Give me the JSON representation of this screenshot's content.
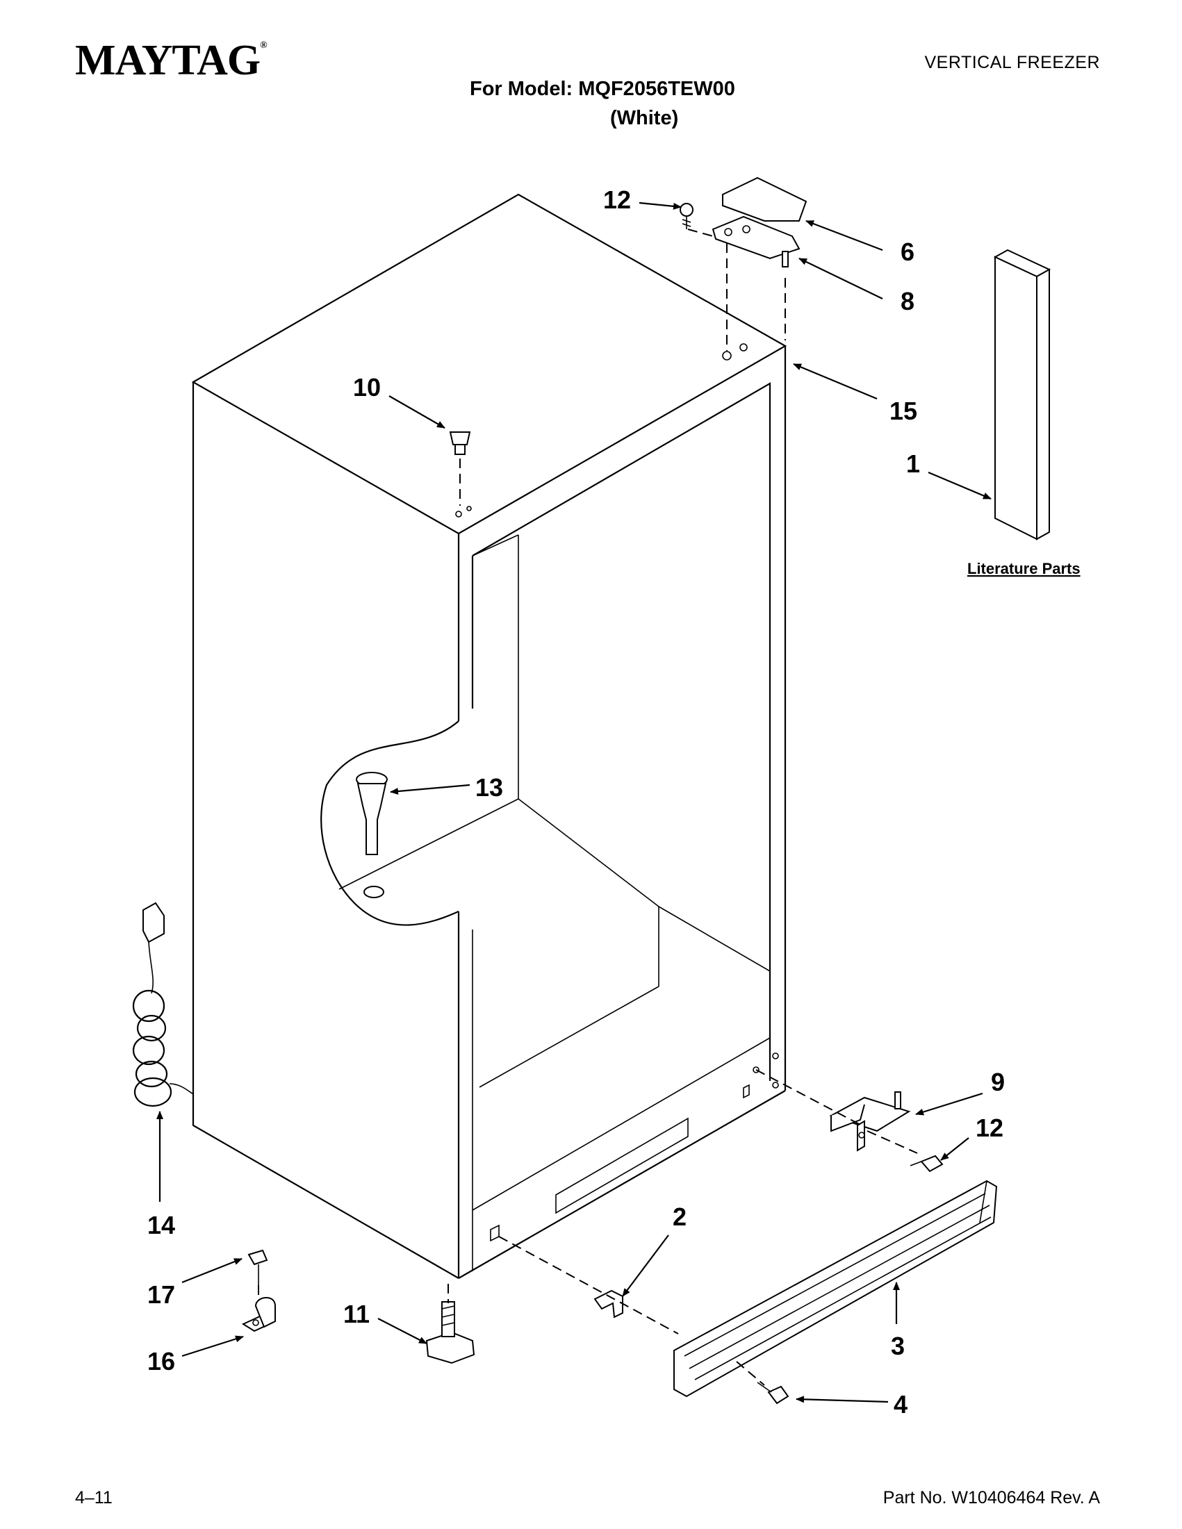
{
  "header": {
    "brand": "MAYTAG",
    "brand_mark": "®",
    "doc_type": "VERTICAL FREEZER",
    "model_line": "For Model: MQF2056TEW00",
    "color_line": "(White)"
  },
  "diagram": {
    "literature_label": "Literature Parts",
    "callouts": {
      "c1": "1",
      "c2": "2",
      "c3": "3",
      "c4": "4",
      "c6": "6",
      "c8": "8",
      "c9": "9",
      "c10": "10",
      "c11": "11",
      "c12a": "12",
      "c12b": "12",
      "c13": "13",
      "c14": "14",
      "c15": "15",
      "c16": "16",
      "c17": "17"
    }
  },
  "footer": {
    "page": "4–11",
    "part_no": "Part No. W10406464 Rev. A"
  }
}
